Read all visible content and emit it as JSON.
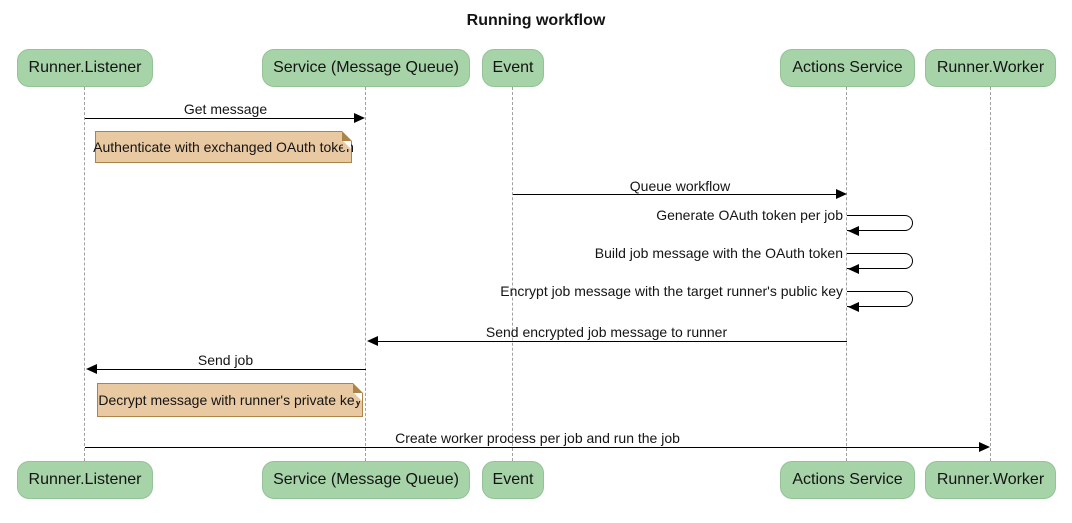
{
  "diagram": {
    "type": "sequence-diagram",
    "title": "Running workflow"
  },
  "colors": {
    "participant_fill": "#a6d3a8",
    "participant_border": "#93c296",
    "note_fill": "#e9c9a2",
    "note_border": "#ad8447",
    "arrow_color": "#000000",
    "lifeline_color": "#a0a0a0",
    "bg_color": "#ffffff",
    "text_color": "#141414"
  },
  "participants": [
    {
      "label": "Runner.Listener"
    },
    {
      "label": "Service (Message Queue)"
    },
    {
      "label": "Event"
    },
    {
      "label": "Actions Service"
    },
    {
      "label": "Runner.Worker"
    }
  ],
  "messages": [
    {
      "type": "arrow",
      "from": "Runner.Listener",
      "to": "Service (Message Queue)",
      "label": "Get message"
    },
    {
      "type": "note",
      "position": "right of Runner.Listener",
      "label": "Authenticate with exchanged OAuth token"
    },
    {
      "type": "arrow",
      "from": "Event",
      "to": "Actions Service",
      "label": "Queue workflow"
    },
    {
      "type": "self",
      "from": "Actions Service",
      "to": "Actions Service",
      "label": "Generate OAuth token per job"
    },
    {
      "type": "self",
      "from": "Actions Service",
      "to": "Actions Service",
      "label": "Build job message with the OAuth token"
    },
    {
      "type": "self",
      "from": "Actions Service",
      "to": "Actions Service",
      "label": "Encrypt job message with the target runner's public key"
    },
    {
      "type": "arrow",
      "from": "Actions Service",
      "to": "Service (Message Queue)",
      "label": "Send encrypted job message to runner"
    },
    {
      "type": "arrow",
      "from": "Service (Message Queue)",
      "to": "Runner.Listener",
      "label": "Send job"
    },
    {
      "type": "note",
      "position": "right of Runner.Listener",
      "label": "Decrypt message with runner's private key"
    },
    {
      "type": "arrow",
      "from": "Runner.Listener",
      "to": "Runner.Worker",
      "label": "Create worker process per job and run the job"
    }
  ]
}
